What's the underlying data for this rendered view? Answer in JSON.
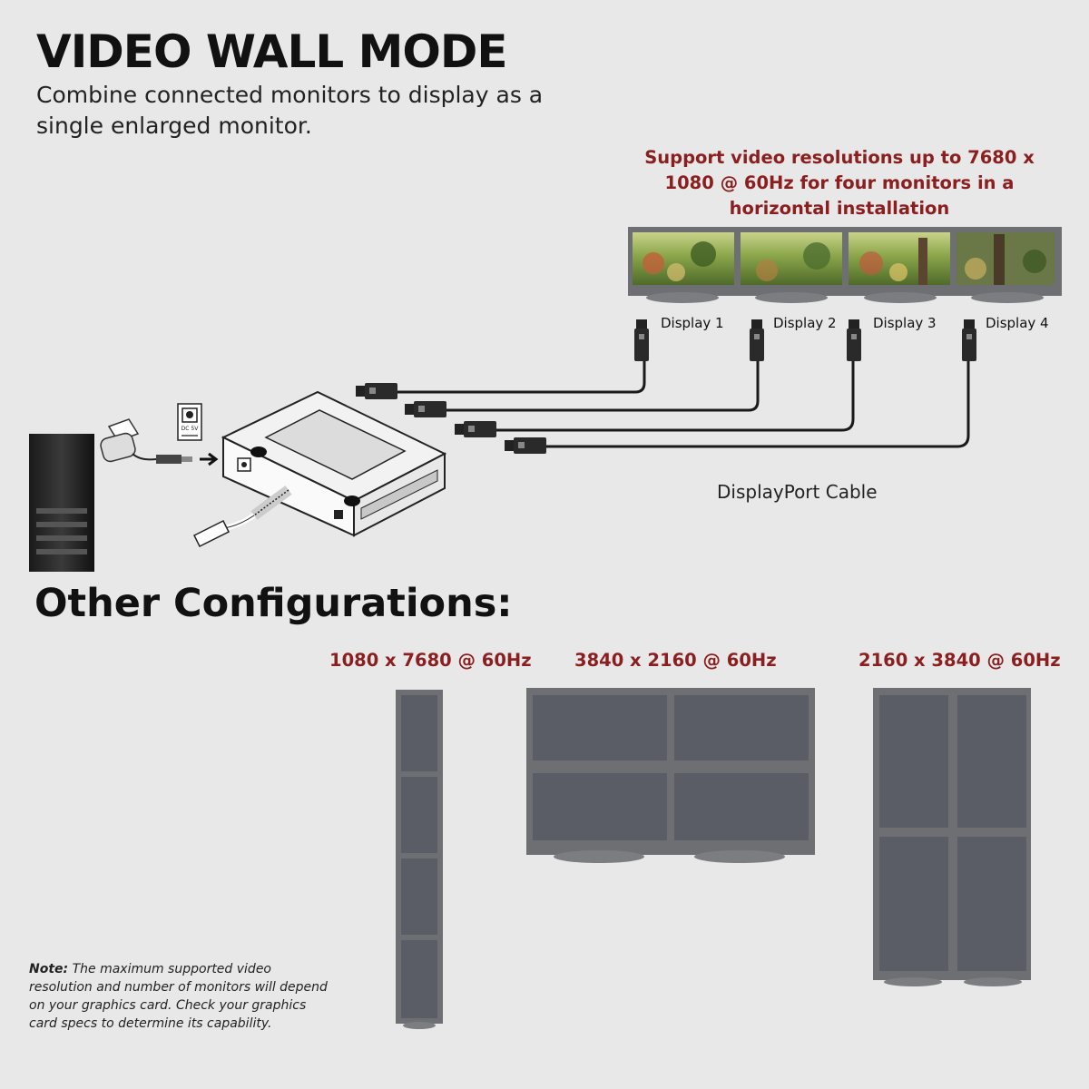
{
  "header": {
    "title": "VIDEO WALL MODE",
    "subtitle": "Combine connected monitors to display as a single enlarged monitor."
  },
  "support_text": "Support video resolutions up to 7680 x 1080 @ 60Hz for four monitors in a horizontal installation",
  "displays": [
    "Display 1",
    "Display 2",
    "Display 3",
    "Display 4"
  ],
  "cable_label": "DisplayPort Cable",
  "power_port_label": "DC 5V",
  "other_configurations": {
    "title": "Other Configurations:",
    "items": [
      {
        "label": "1080 x 7680 @ 60Hz"
      },
      {
        "label": "3840 x 2160 @ 60Hz"
      },
      {
        "label": "2160 x 3840 @ 60Hz"
      }
    ]
  },
  "note": {
    "lead": "Note:",
    "text": "The maximum supported video resolution and number of monitors will depend on your graphics card. Check your graphics card specs to determine its capability."
  },
  "colors": {
    "accent_red": "#8b1e1e",
    "monitor_frame": "#6d6f73",
    "monitor_screen": "#5a5d66",
    "background": "#e8e8e9"
  }
}
